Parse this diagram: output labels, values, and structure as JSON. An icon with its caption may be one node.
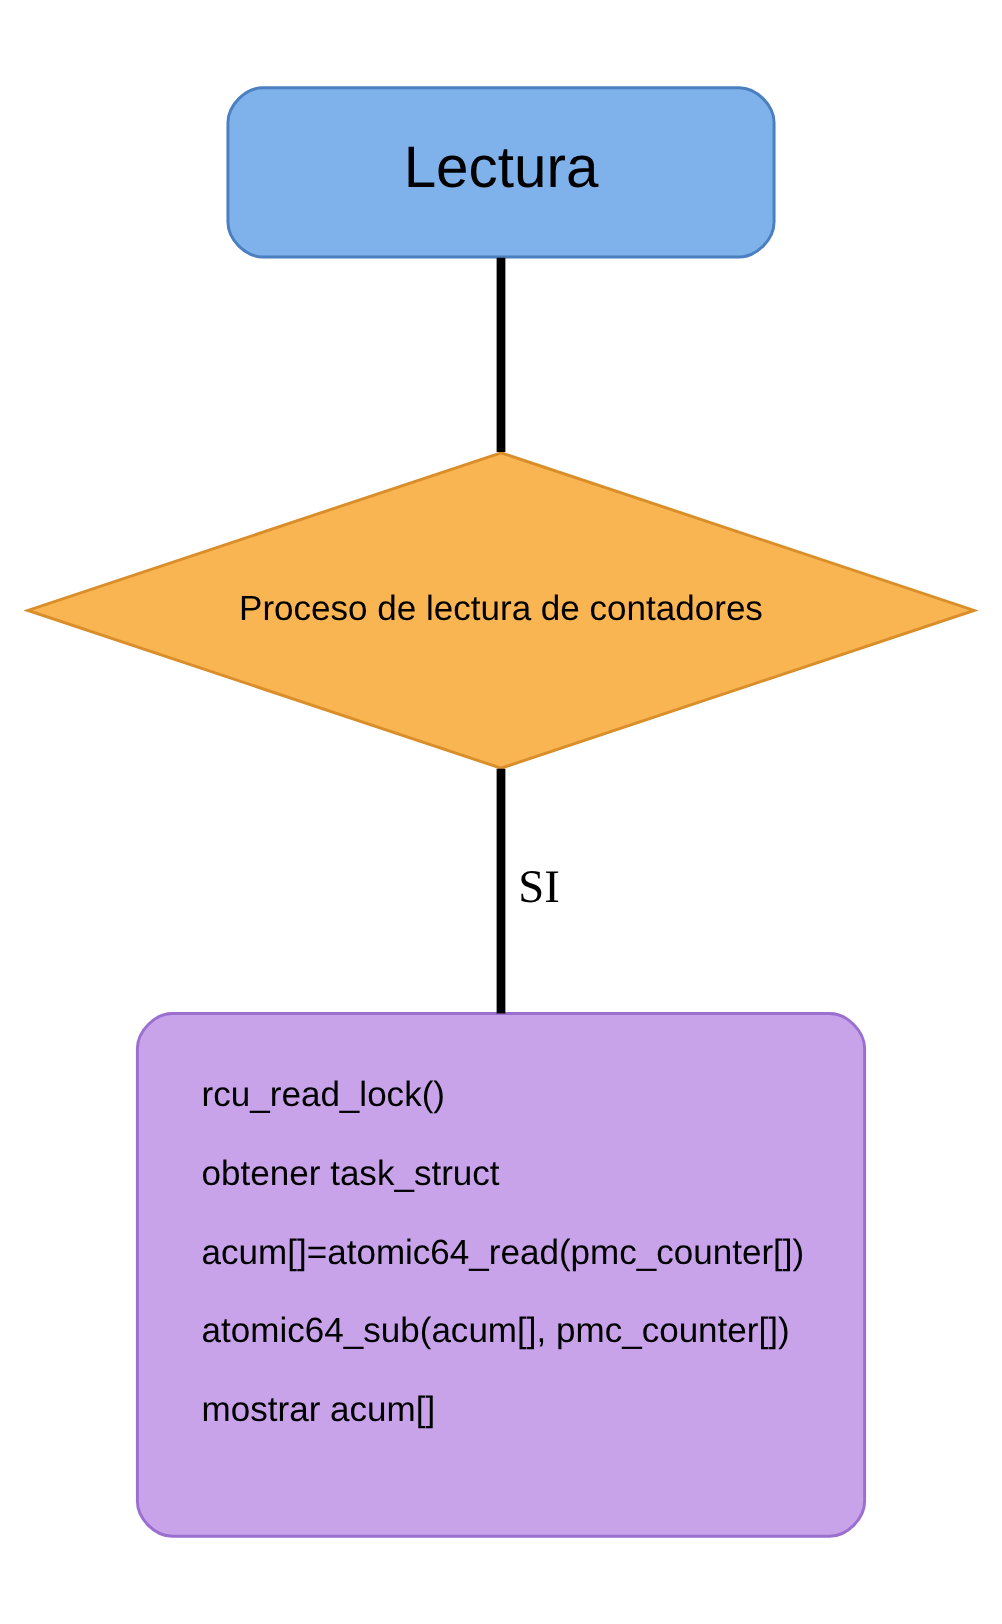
{
  "diagram": {
    "nodes": [
      {
        "text": [
          "Lectura"
        ]
      },
      {
        "text": [
          "Proceso de lectura de contadores"
        ]
      },
      {
        "text": [
          "rcu_read_lock()",
          "obtener task_struct",
          "acum[]=atomic64_read(pmc_counter[])",
          "atomic64_sub(acum[], pmc_counter[])",
          "mostrar acum[]"
        ]
      }
    ],
    "edges": [
      {
        "from": 0,
        "to": 1,
        "arrow": "none"
      },
      {
        "from": 1,
        "to": 2,
        "arrow": "none",
        "label": "SI"
      }
    ]
  }
}
